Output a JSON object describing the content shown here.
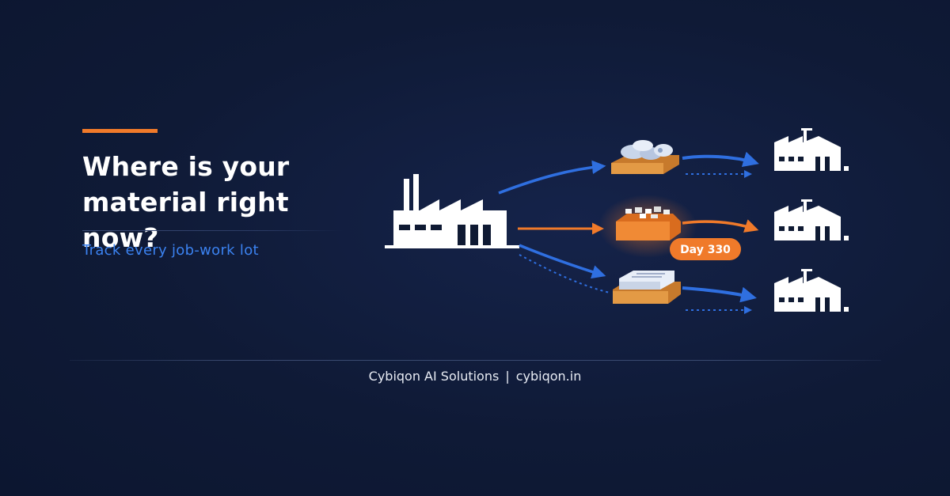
{
  "header": {
    "title": "Where is your material right now?",
    "subtitle": "Track every job-work lot"
  },
  "illustration": {
    "badge_text": "Day 330",
    "source": "factory-icon",
    "destinations": [
      "factory-icon",
      "factory-icon",
      "factory-icon"
    ],
    "lots": [
      "fabric-rolls-lot",
      "loose-parts-lot",
      "sheet-stack-lot"
    ]
  },
  "footer": {
    "company": "Cybiqon AI Solutions",
    "separator": "|",
    "website": "cybiqon.in"
  },
  "colors": {
    "background": "#0f1a33",
    "accent_orange": "#f07a2a",
    "accent_blue": "#3b82f0",
    "text": "#ffffff"
  }
}
